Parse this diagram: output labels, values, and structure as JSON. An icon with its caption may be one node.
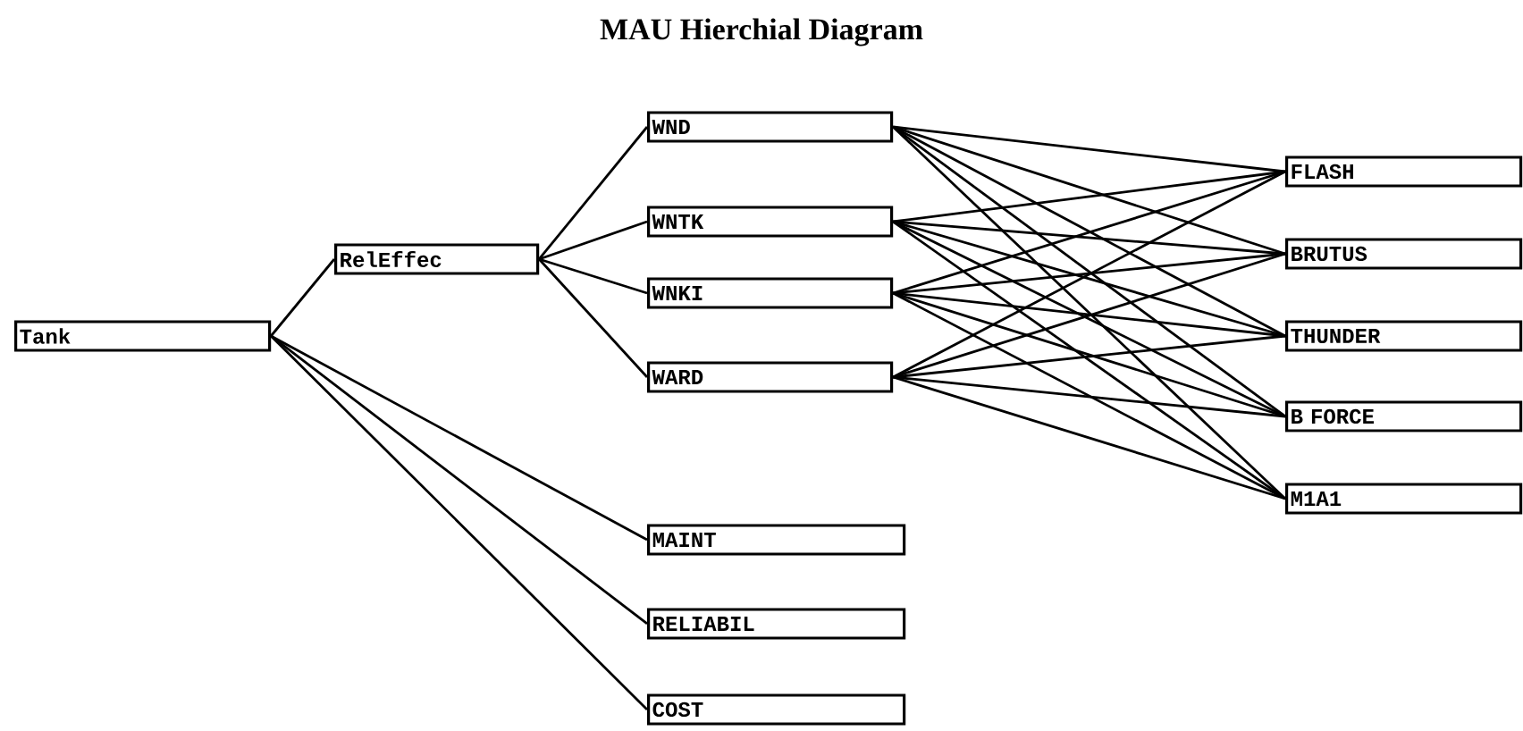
{
  "diagram": {
    "title": "MAU Hierchial Diagram",
    "nodes": [
      {
        "text": [
          "Tank"
        ]
      },
      {
        "text": [
          "RelEffec"
        ]
      },
      {
        "text": [
          "WND"
        ]
      },
      {
        "text": [
          "WNTK"
        ]
      },
      {
        "text": [
          "WNKI"
        ]
      },
      {
        "text": [
          "WARD"
        ]
      },
      {
        "text": [
          "FLASH"
        ]
      },
      {
        "text": [
          "BRUTUS"
        ]
      },
      {
        "text": [
          "THUNDER"
        ]
      },
      {
        "text": [
          "B FORCE"
        ]
      },
      {
        "text": [
          "M1A1"
        ]
      },
      {
        "text": [
          "MAINT"
        ]
      },
      {
        "text": [
          "RELIABIL"
        ]
      },
      {
        "text": [
          "COST"
        ]
      }
    ],
    "edges": [
      {
        "from": 0,
        "to": 1,
        "arrow": "none"
      },
      {
        "from": 1,
        "to": 2,
        "arrow": "none"
      },
      {
        "from": 1,
        "to": 3,
        "arrow": "none"
      },
      {
        "from": 1,
        "to": 4,
        "arrow": "none"
      },
      {
        "from": 1,
        "to": 5,
        "arrow": "none"
      },
      {
        "from": 2,
        "to": 6,
        "arrow": "none"
      },
      {
        "from": 2,
        "to": 7,
        "arrow": "none"
      },
      {
        "from": 2,
        "to": 8,
        "arrow": "none"
      },
      {
        "from": 2,
        "to": 9,
        "arrow": "none"
      },
      {
        "from": 2,
        "to": 10,
        "arrow": "none"
      },
      {
        "from": 3,
        "to": 6,
        "arrow": "none"
      },
      {
        "from": 3,
        "to": 7,
        "arrow": "none"
      },
      {
        "from": 3,
        "to": 8,
        "arrow": "none"
      },
      {
        "from": 3,
        "to": 9,
        "arrow": "none"
      },
      {
        "from": 3,
        "to": 10,
        "arrow": "none"
      },
      {
        "from": 4,
        "to": 6,
        "arrow": "none"
      },
      {
        "from": 4,
        "to": 7,
        "arrow": "none"
      },
      {
        "from": 4,
        "to": 8,
        "arrow": "none"
      },
      {
        "from": 4,
        "to": 9,
        "arrow": "none"
      },
      {
        "from": 4,
        "to": 10,
        "arrow": "none"
      },
      {
        "from": 5,
        "to": 6,
        "arrow": "none"
      },
      {
        "from": 5,
        "to": 7,
        "arrow": "none"
      },
      {
        "from": 5,
        "to": 8,
        "arrow": "none"
      },
      {
        "from": 5,
        "to": 9,
        "arrow": "none"
      },
      {
        "from": 5,
        "to": 10,
        "arrow": "none"
      },
      {
        "from": 0,
        "to": 11,
        "arrow": "none"
      },
      {
        "from": 0,
        "to": 12,
        "arrow": "none"
      },
      {
        "from": 0,
        "to": 13,
        "arrow": "none"
      }
    ]
  }
}
